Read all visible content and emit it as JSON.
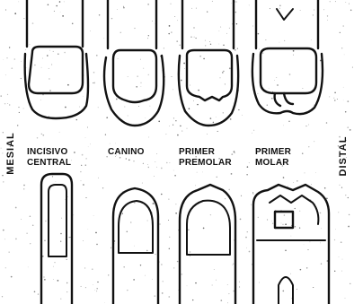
{
  "orientation": {
    "left": "MESIAL",
    "right": "DISTAL"
  },
  "teeth": [
    {
      "line1": "INCISIVO",
      "line2": "CENTRAL"
    },
    {
      "line1": "CANINO",
      "line2": ""
    },
    {
      "line1": "PRIMER",
      "line2": "PREMOLAR"
    },
    {
      "line1": "PRIMER",
      "line2": "MOLAR"
    }
  ],
  "colors": {
    "ink": "#111111",
    "paper": "#ffffff"
  }
}
